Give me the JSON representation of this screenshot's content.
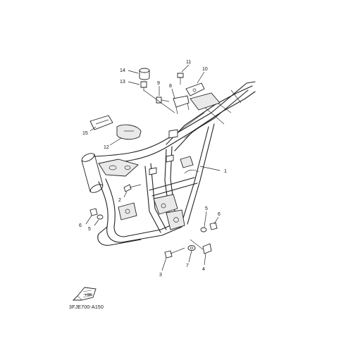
{
  "diagram": {
    "code": "3FJE700-A150",
    "fwd_label": "FWD",
    "callouts": [
      "1",
      "2",
      "3",
      "4",
      "5",
      "5",
      "6",
      "6",
      "7",
      "8",
      "9",
      "10",
      "11",
      "12",
      "13",
      "14",
      "15"
    ]
  },
  "colors": {
    "line": "#222222",
    "background": "#ffffff"
  }
}
